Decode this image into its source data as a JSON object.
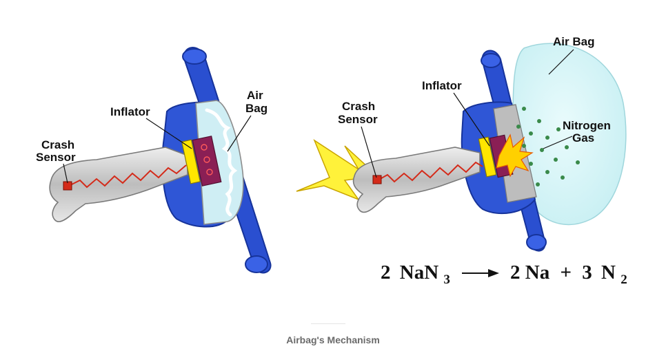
{
  "diagram": {
    "before": {
      "labels": {
        "crash_sensor_line1": "Crash",
        "crash_sensor_line2": "Sensor",
        "inflator": "Inflator",
        "air_bag_line1": "Air",
        "air_bag_line2": "Bag"
      }
    },
    "after": {
      "labels": {
        "crash_sensor_line1": "Crash",
        "crash_sensor_line2": "Sensor",
        "inflator": "Inflator",
        "air_bag": "Air Bag",
        "nitrogen_line1": "Nitrogen",
        "nitrogen_line2": "Gas"
      }
    },
    "equation": {
      "reactant_coef": "2",
      "reactant": "NaN",
      "reactant_sub": "3",
      "product1": "2 Na",
      "plus": "+",
      "product2_coef": "3",
      "product2": "N",
      "product2_sub": "2"
    },
    "colors": {
      "steering_blue": "#2a4fd0",
      "column_gray": "#c8c8c8",
      "inflator_yellow": "#ffe600",
      "charge_purple": "#8a1f55",
      "wire_red": "#d42b1a",
      "bag_cyan": "#d3f3f6",
      "gas_green": "#3a8a4a",
      "impact_yellow": "#fff23a"
    }
  },
  "caption": "Airbag's Mechanism"
}
